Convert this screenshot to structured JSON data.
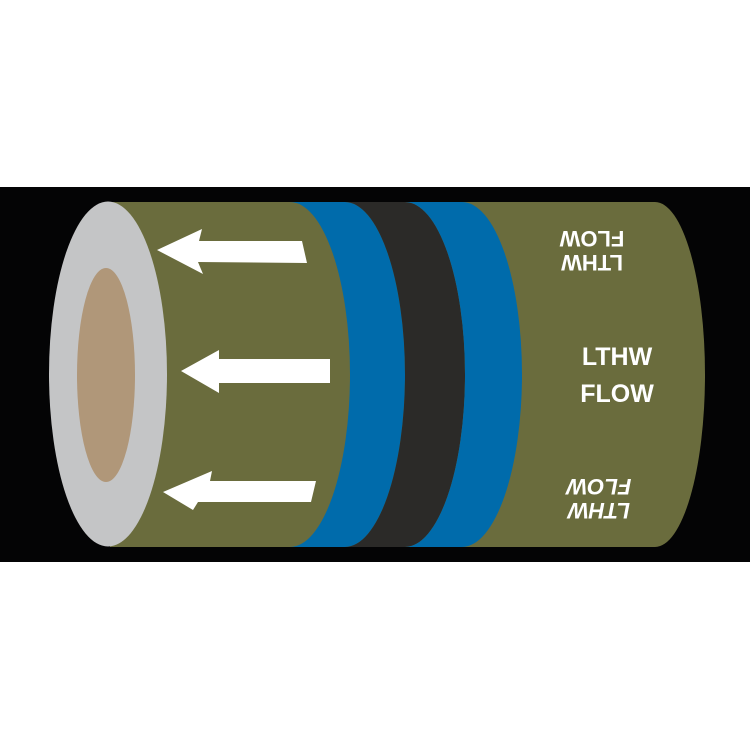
{
  "product": {
    "type": "pipe-marker-illustration",
    "service_label_line1": "LTHW",
    "service_label_line2": "FLOW",
    "flow_direction": "left"
  },
  "labels": {
    "top": {
      "line1": "LTHW",
      "line2": "FLOW",
      "orientation": "rotated-180"
    },
    "middle": {
      "line1": "LTHW",
      "line2": "FLOW",
      "orientation": "normal"
    },
    "bottom": {
      "line1": "LTHW",
      "line2": "FLOW",
      "orientation": "mirrored-italic"
    }
  },
  "arrows": [
    {
      "name": "arrow-left-top"
    },
    {
      "name": "arrow-left-middle"
    },
    {
      "name": "arrow-left-bottom"
    }
  ],
  "bands": [
    {
      "name": "blue-band-1",
      "color": "#006bab"
    },
    {
      "name": "black-band",
      "color": "#2b2a28"
    },
    {
      "name": "blue-band-2",
      "color": "#006bab"
    }
  ],
  "colors": {
    "background": "#ffffff",
    "backdrop": "#040405",
    "pipe_body": "#6a6c3d",
    "pipe_end_outer": "#c4c5c6",
    "pipe_end_inner": "#b09779",
    "blue": "#006bab",
    "black_band": "#2b2a28",
    "text": "#ffffff"
  }
}
